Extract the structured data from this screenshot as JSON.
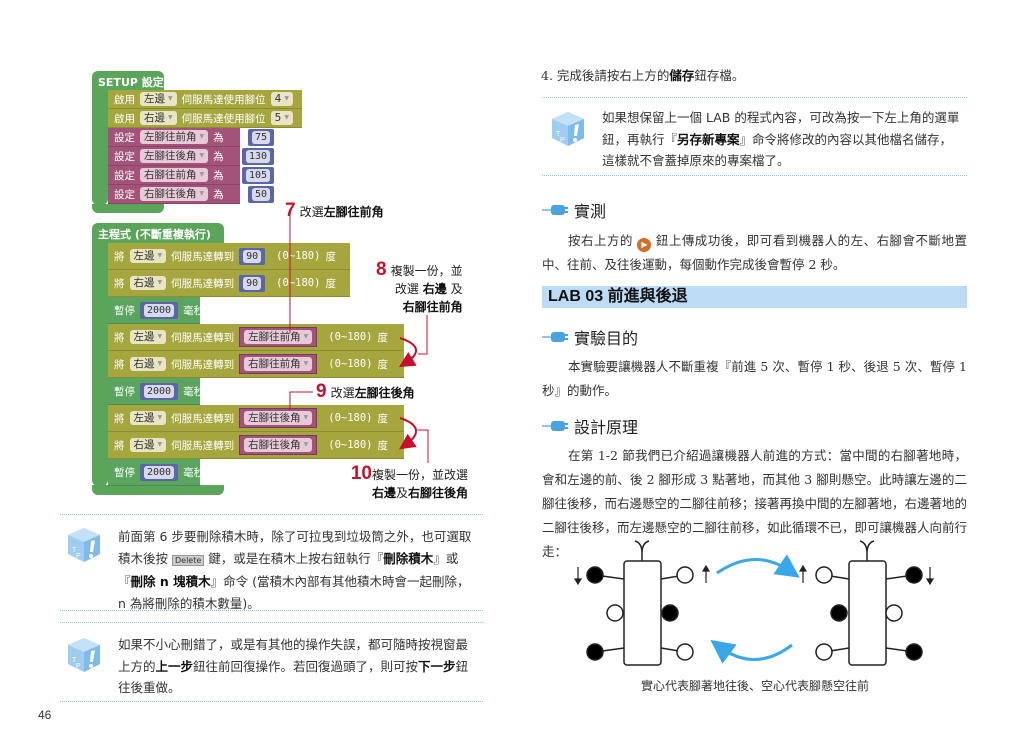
{
  "setup": {
    "title": "SETUP 設定",
    "rows": [
      {
        "type": "enable",
        "verb": "啟用",
        "dd": "左邊",
        "text": "伺服馬達使用腳位",
        "val": "4"
      },
      {
        "type": "enable",
        "verb": "啟用",
        "dd": "右邊",
        "text": "伺服馬達使用腳位",
        "val": "5"
      },
      {
        "type": "set",
        "verb": "設定",
        "dd": "左腳往前角",
        "text": "為",
        "val": "75"
      },
      {
        "type": "set",
        "verb": "設定",
        "dd": "左腳往後角",
        "text": "為",
        "val": "130"
      },
      {
        "type": "set",
        "verb": "設定",
        "dd": "右腳往前角",
        "text": "為",
        "val": "105"
      },
      {
        "type": "set",
        "verb": "設定",
        "dd": "右腳往後角",
        "text": "為",
        "val": "50"
      }
    ]
  },
  "main": {
    "title": "主程式 (不斷重複執行)",
    "rows": [
      {
        "type": "servo",
        "verb": "將",
        "dd": "左邊",
        "text": "伺服馬達轉到",
        "val": "90",
        "range": "(0~180)",
        "unit": "度"
      },
      {
        "type": "servo",
        "verb": "將",
        "dd": "右邊",
        "text": "伺服馬達轉到",
        "val": "90",
        "range": "(0~180)",
        "unit": "度"
      },
      {
        "type": "pause",
        "verb": "暫停",
        "val": "2000",
        "unit": "毫秒"
      },
      {
        "type": "servovar",
        "verb": "將",
        "dd": "左邊",
        "text": "伺服馬達轉到",
        "var": "左腳往前角",
        "range": "(0~180)",
        "unit": "度"
      },
      {
        "type": "servovar",
        "verb": "將",
        "dd": "右邊",
        "text": "伺服馬達轉到",
        "var": "右腳往前角",
        "range": "(0~180)",
        "unit": "度"
      },
      {
        "type": "pause",
        "verb": "暫停",
        "val": "2000",
        "unit": "毫秒"
      },
      {
        "type": "servovar",
        "verb": "將",
        "dd": "左邊",
        "text": "伺服馬達轉到",
        "var": "左腳往後角",
        "range": "(0~180)",
        "unit": "度"
      },
      {
        "type": "servovar",
        "verb": "將",
        "dd": "右邊",
        "text": "伺服馬達轉到",
        "var": "右腳往後角",
        "range": "(0~180)",
        "unit": "度"
      },
      {
        "type": "pause",
        "verb": "暫停",
        "val": "2000",
        "unit": "毫秒"
      }
    ]
  },
  "annotations": {
    "a7": {
      "num": "7",
      "pre": "改選",
      "bold": "左腳往前角"
    },
    "a8": {
      "num": "8",
      "l1": "複製一份，並",
      "l2pre": "改選 ",
      "l2bold": "右邊",
      "l2post": " 及",
      "l3bold": "右腳往前角"
    },
    "a9": {
      "num": "9",
      "pre": "改選",
      "bold": "左腳往後角"
    },
    "a10": {
      "num": "10",
      "l1": "複製一份，並改選",
      "l2a": "右邊",
      "l2b": "及",
      "l2c": "右腳往後角"
    }
  },
  "tips_left": [
    {
      "t1": "前面第 6 步要刪除積木時，除了可拉曳到垃圾筒之外，也可選取積木後按",
      "key": "Delete",
      "t2": "鍵，或是在積木上按右鈕執行『",
      "b1": "刪除積木",
      "t3": "』或『",
      "b2": "刪除 n 塊積木",
      "t4": "』命令 (當積木內部有其他積木時會一起刪除，n 為將刪除的積木數量)。"
    },
    {
      "t1": "如果不小心刪錯了，或是有其他的操作失誤，都可隨時按視窗最上方的",
      "b1": "上一步",
      "t2": "鈕往前回復操作。若回復過頭了，則可按",
      "b2": "下一步",
      "t3": "鈕往後重做。"
    }
  ],
  "page_number": "46",
  "right": {
    "step4": {
      "pre": "4. 完成後請按右上方的",
      "bold": "儲存",
      "post": "鈕存檔。"
    },
    "tip": {
      "t1": "如果想保留上一個 LAB 的程式內容，可改為按一下左上角的選單鈕，再執行『",
      "b": "另存新專案",
      "t2": "』命令將修改的內容以其他檔名儲存，這樣就不會蓋掉原來的專案檔了。"
    },
    "test_heading": "實測",
    "test_text_pre": "按右上方的",
    "test_text_post": "鈕上傳成功後，即可看到機器人的左、右腳會不斷地置中、往前、及往後運動，每個動作完成後會暫停 2 秒。",
    "lab_title": "LAB 03 前進與後退",
    "purpose_heading": "實驗目的",
    "purpose_text": "本實驗要讓機器人不斷重複『前進 5 次、暫停 1 秒、後退 5 次、暫停 1 秒』的動作。",
    "design_heading": "設計原理",
    "design_text": "在第 1-2 節我們已介紹過讓機器人前進的方式：當中間的右腳著地時，會和左邊的前、後 2 腳形成 3 點著地，而其他 3 腳則懸空。此時讓左邊的二腳往後移，而右邊懸空的二腳往前移；接著再換中間的左腳著地，右邊著地的二腳往後移，而左邊懸空的二腳往前移，如此循環不已，即可讓機器人向前行走：",
    "caption": "實心代表腳著地往後、空心代表腳懸空往前"
  },
  "colors": {
    "accent": "#c8102e",
    "lab_bg": "#bcdcf5",
    "arrow": "#3aa8e8",
    "upload": "#d2702a"
  }
}
